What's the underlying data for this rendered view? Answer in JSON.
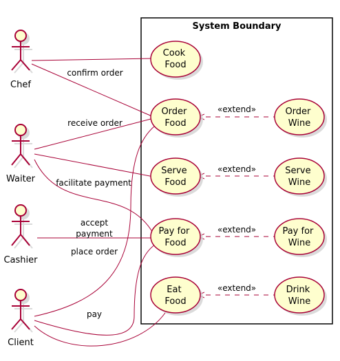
{
  "boundary": {
    "title": "System Boundary"
  },
  "actors": [
    {
      "id": "chef",
      "label": "Chef"
    },
    {
      "id": "waiter",
      "label": "Waiter"
    },
    {
      "id": "cashier",
      "label": "Cashier"
    },
    {
      "id": "client",
      "label": "Client"
    }
  ],
  "use_cases": [
    {
      "id": "cook-food",
      "lines": [
        "Cook",
        "Food"
      ]
    },
    {
      "id": "order-food",
      "lines": [
        "Order",
        "Food"
      ]
    },
    {
      "id": "order-wine",
      "lines": [
        "Order",
        "Wine"
      ]
    },
    {
      "id": "serve-food",
      "lines": [
        "Serve",
        "Food"
      ]
    },
    {
      "id": "serve-wine",
      "lines": [
        "Serve",
        "Wine"
      ]
    },
    {
      "id": "pay-food",
      "lines": [
        "Pay for",
        "Food"
      ]
    },
    {
      "id": "pay-wine",
      "lines": [
        "Pay for",
        "Wine"
      ]
    },
    {
      "id": "eat-food",
      "lines": [
        "Eat",
        "Food"
      ]
    },
    {
      "id": "drink-wine",
      "lines": [
        "Drink",
        "Wine"
      ]
    }
  ],
  "associations": [
    {
      "id": "chef-cook",
      "from": "chef",
      "to": "cook-food",
      "lines": []
    },
    {
      "id": "chef-order",
      "from": "chef",
      "to": "order-food",
      "lines": [
        "confirm order"
      ]
    },
    {
      "id": "waiter-order",
      "from": "waiter",
      "to": "order-food",
      "lines": [
        "receive order"
      ]
    },
    {
      "id": "waiter-serve",
      "from": "waiter",
      "to": "serve-food",
      "lines": []
    },
    {
      "id": "waiter-pay",
      "from": "waiter",
      "to": "pay-food",
      "lines": [
        "facilitate payment"
      ]
    },
    {
      "id": "cashier-pay",
      "from": "cashier",
      "to": "pay-food",
      "lines": [
        "accept",
        "payment"
      ]
    },
    {
      "id": "client-order",
      "from": "client",
      "to": "order-food",
      "lines": [
        "place order"
      ]
    },
    {
      "id": "client-pay",
      "from": "client",
      "to": "pay-food",
      "lines": [
        "pay"
      ]
    },
    {
      "id": "client-eat",
      "from": "client",
      "to": "eat-food",
      "lines": []
    }
  ],
  "extends": [
    {
      "id": "ext-order",
      "from": "order-wine",
      "to": "order-food",
      "label": "«extend»"
    },
    {
      "id": "ext-serve",
      "from": "serve-wine",
      "to": "serve-food",
      "label": "«extend»"
    },
    {
      "id": "ext-pay",
      "from": "pay-wine",
      "to": "pay-food",
      "label": "«extend»"
    },
    {
      "id": "ext-eat",
      "from": "drink-wine",
      "to": "eat-food",
      "label": "«extend»"
    }
  ],
  "colors": {
    "fill": "#FEFECE",
    "stroke": "#A80036",
    "boundary_stroke": "#000000",
    "shadow": "#D2D2D2"
  }
}
